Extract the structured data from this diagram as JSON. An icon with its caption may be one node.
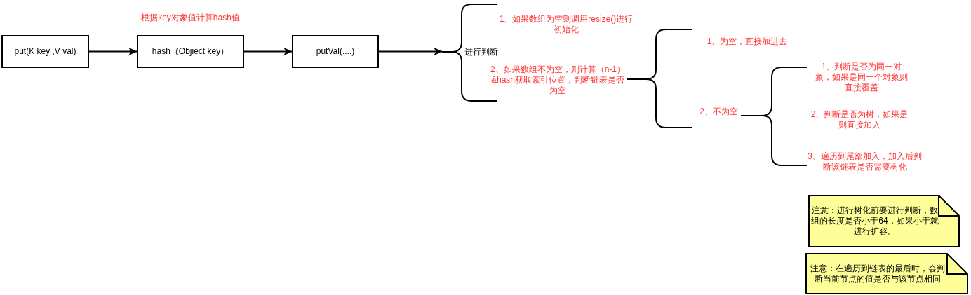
{
  "diagram": {
    "nodes": [
      {
        "text": [
          "put(K key ,V val)"
        ]
      },
      {
        "text": [
          "hash（Objiect  key）"
        ],
        "beside": [
          "根据key对象值计算hash值"
        ]
      },
      {
        "text": [
          "putVal(....)"
        ]
      },
      {
        "text": [
          "进行判断"
        ]
      },
      {
        "text": [
          "1、如果数组为空则调用resize()进行初始化"
        ]
      },
      {
        "text": [
          "2、如果数组不为空，则计算（n-1）&hash获取索引位置，判断链表是否为空"
        ]
      },
      {
        "text": [
          "1、为空，直接加进去"
        ]
      },
      {
        "text": [
          "2、不为空"
        ]
      },
      {
        "text": [
          "1、判断是否为同一对象，如果是同一个对象则直接覆盖"
        ]
      },
      {
        "text": [
          "2、判断是否为树，如果是则直接加入"
        ]
      },
      {
        "text": [
          "3、遍历到尾部加入，加入后判断该链表是否需要树化"
        ]
      },
      {
        "text": [
          "注意：进行树化前要进行判断，数组的长度是否小于64，如果小于就进行扩容。"
        ]
      },
      {
        "text": [
          "注意：在遍历到链表的最后时，会判断当前节点的值是否与该节点相同"
        ]
      }
    ],
    "edges": [
      {
        "from": 0,
        "to": 1,
        "arrow": "to"
      },
      {
        "from": 1,
        "to": 2,
        "arrow": "to"
      },
      {
        "from": 2,
        "to": 3,
        "arrow": "to"
      }
    ]
  }
}
